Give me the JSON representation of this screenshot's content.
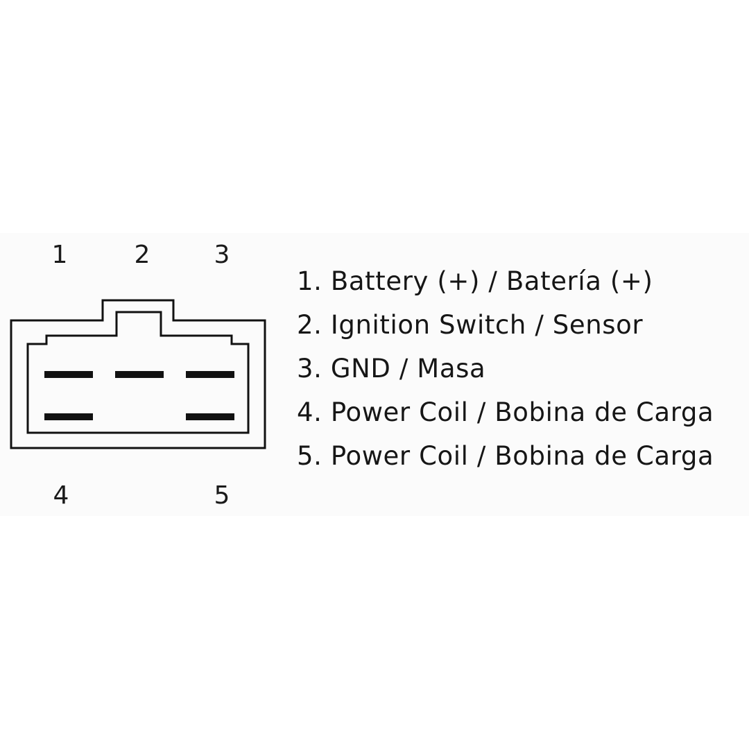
{
  "pin_numbers": {
    "top": [
      "1",
      "2",
      "3"
    ],
    "bottom": [
      "4",
      "5"
    ]
  },
  "legend": [
    "1. Battery (+) / Batería (+)",
    "2. Ignition Switch / Sensor",
    "3. GND / Masa",
    "4. Power Coil / Bobina de Carga",
    "5. Power Coil / Bobina de Carga"
  ],
  "colors": {
    "background": "#ffffff",
    "panel": "#fbfbfb",
    "line": "#111111"
  }
}
